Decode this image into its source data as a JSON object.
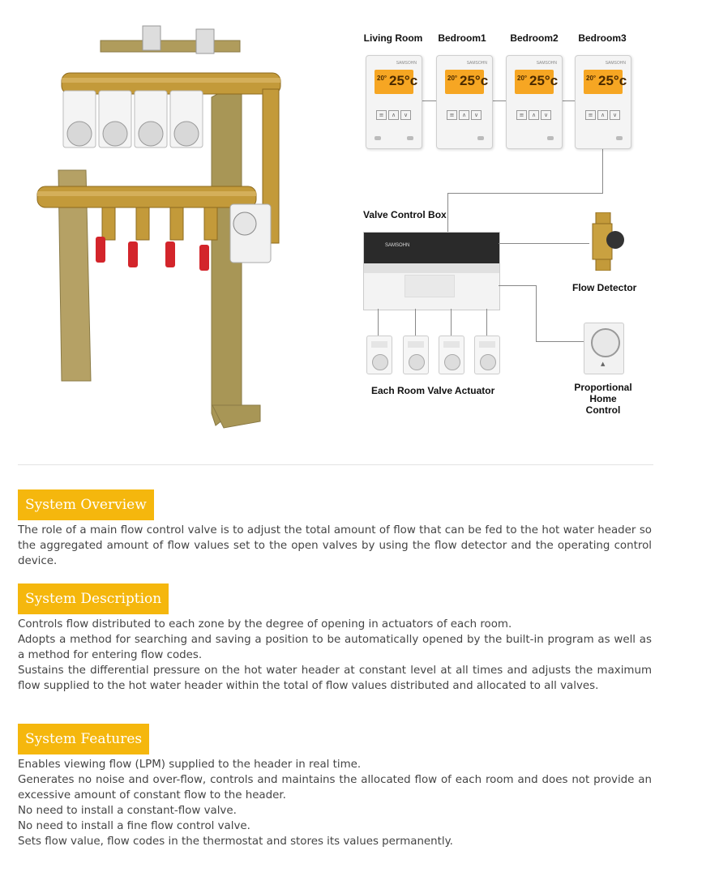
{
  "diagram": {
    "rooms": [
      "Living Room",
      "Bedroom1",
      "Bedroom2",
      "Bedroom3"
    ],
    "thermostat": {
      "brand": "SAMSOHN",
      "temp_small": "20°",
      "temp_big": "25°c"
    },
    "valve_control_box": "Valve Control Box",
    "valve_control_box_brand": "SAMSOHN",
    "actuator_label": "Each Room Valve Actuator",
    "flow_detector": "Flow Detector",
    "proportional_line1": "Proportional",
    "proportional_line2": "Home Control"
  },
  "sections": [
    {
      "title": "System Overview",
      "lines": [
        "The role of a main flow control valve is to adjust the total amount of flow that can be fed to the hot water header so the aggregated amount of flow values set to the open valves by using the flow detector and the operating control device."
      ]
    },
    {
      "title": "System Description",
      "lines": [
        "Controls flow distributed to each zone by the degree of opening in actuators of each room.",
        "Adopts a method for searching and saving a position to be automatically opened by the built-in program as well as a method for entering flow codes.",
        "Sustains the differential pressure on the hot water header at constant level at all times and adjusts the maximum flow supplied to the hot water header within the total of flow values distributed and allocated to all valves."
      ]
    },
    {
      "title": "System Features",
      "lines": [
        "Enables viewing flow (LPM) supplied to the header in real time.",
        "Generates no noise and over-flow, controls and maintains the allocated flow of each room and does not provide an excessive amount of constant flow to the header.",
        "No need to install a constant-flow valve.",
        "No need to install a fine flow control valve.",
        "Sets flow value, flow codes in the thermostat and stores its values permanently."
      ]
    }
  ],
  "colors": {
    "badge": "#f5b70d",
    "brass": "#b8892f",
    "display": "#f6a623"
  }
}
